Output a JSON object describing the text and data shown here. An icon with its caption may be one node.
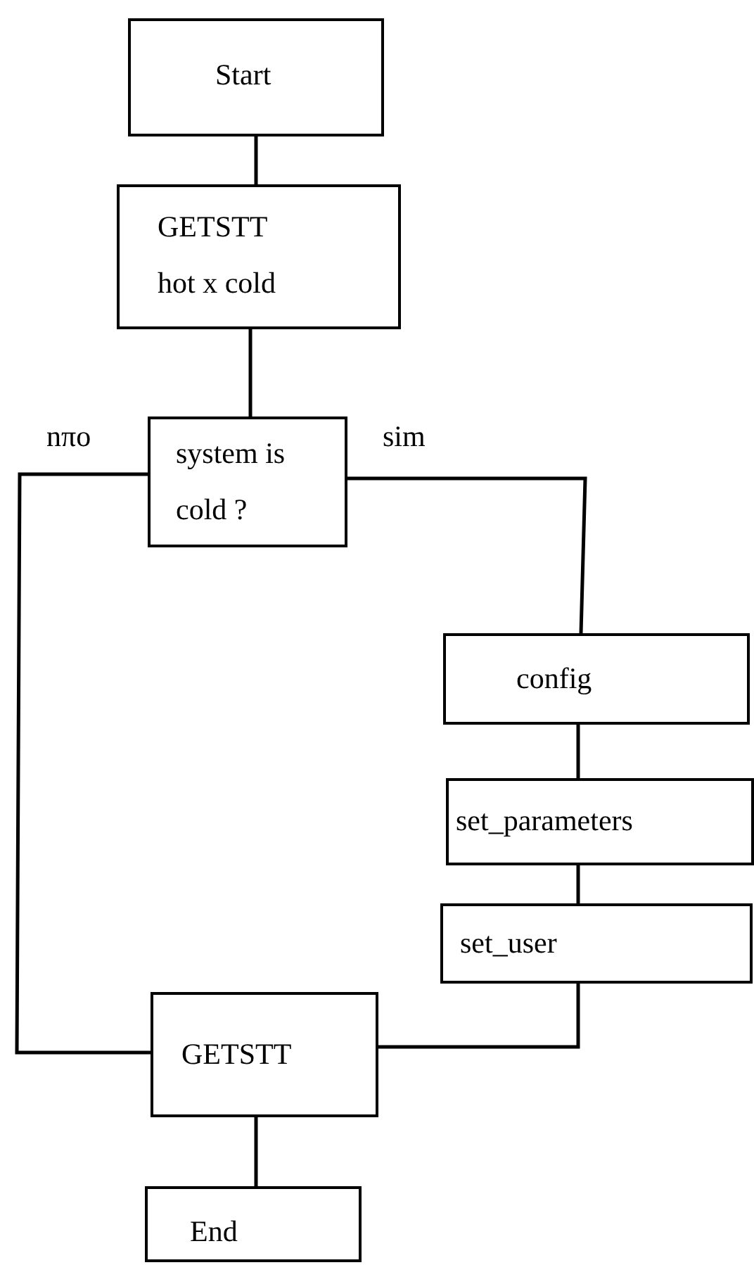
{
  "diagram": {
    "nodes": [
      {
        "text": [
          "Start"
        ]
      },
      {
        "text": [
          "GETSTT",
          "hot x cold"
        ]
      },
      {
        "text": [
          "system is cold ?"
        ]
      },
      {
        "text": [
          "config"
        ]
      },
      {
        "text": [
          "set_parameters"
        ]
      },
      {
        "text": [
          "set_user"
        ]
      },
      {
        "text": [
          "GETSTT"
        ]
      },
      {
        "text": [
          "End"
        ]
      }
    ],
    "edges": [
      {
        "from": 0,
        "to": 1,
        "arrow": "none"
      },
      {
        "from": 1,
        "to": 2,
        "arrow": "none"
      },
      {
        "from": 2,
        "to": 6,
        "arrow": "none",
        "label": "nπo"
      },
      {
        "from": 2,
        "to": 3,
        "arrow": "none",
        "label": "sim"
      },
      {
        "from": 3,
        "to": 4,
        "arrow": "none"
      },
      {
        "from": 4,
        "to": 5,
        "arrow": "none"
      },
      {
        "from": 5,
        "to": 6,
        "arrow": "none"
      },
      {
        "from": 6,
        "to": 7,
        "arrow": "none"
      }
    ]
  }
}
